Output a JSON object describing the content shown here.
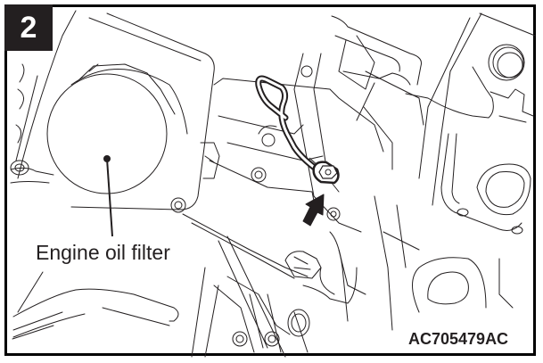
{
  "figure": {
    "step_number": "2",
    "callout_label": "Engine oil filter",
    "reference_code": "AC705479AC"
  },
  "icons": {
    "pointer_arrow": "arrow-up-right-icon"
  },
  "colors": {
    "ink": "#231f20",
    "badge_bg": "#231f20",
    "badge_text": "#ffffff",
    "paper": "#ffffff"
  }
}
